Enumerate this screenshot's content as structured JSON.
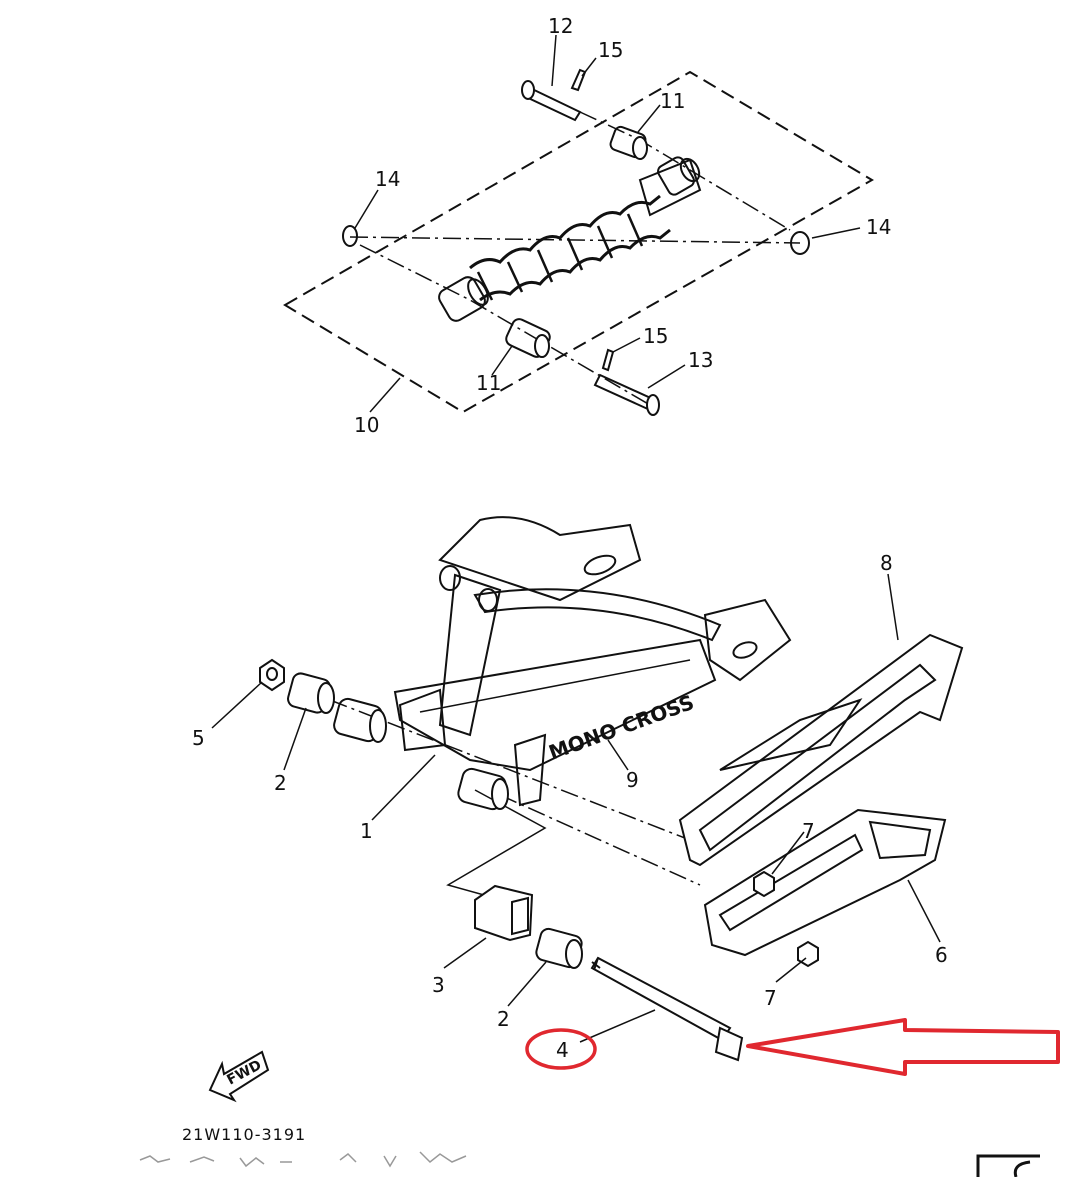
{
  "diagram": {
    "labels": {
      "p1": "1",
      "p2a": "2",
      "p2b": "2",
      "p3": "3",
      "p4": "4",
      "p5": "5",
      "p6": "6",
      "p7a": "7",
      "p7b": "7",
      "p8": "8",
      "p9": "9",
      "p10": "10",
      "p11a": "11",
      "p11b": "11",
      "p12": "12",
      "p13": "13",
      "p14a": "14",
      "p14b": "14",
      "p15a": "15",
      "p15b": "15"
    },
    "arm_text": "MONO CROSS",
    "fwd_text": "FWD",
    "drawing_code": "21W110-3191",
    "highlight": {
      "part": "4",
      "circle_color": "#e0282f",
      "arrow_color": "#e0282f"
    }
  }
}
